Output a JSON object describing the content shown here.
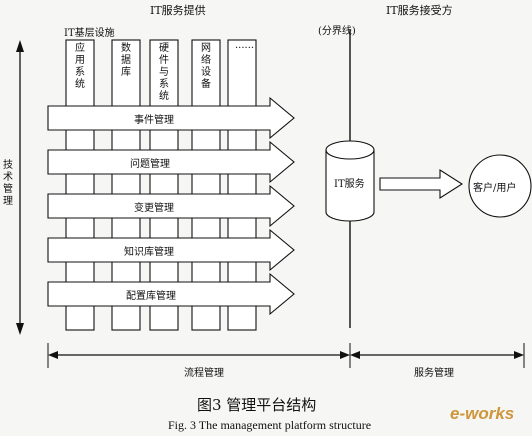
{
  "headers": {
    "provider": "IT服务提供",
    "receiver": "IT服务接受方",
    "infrastructure": "IT基层设施",
    "boundary": "(分界线)"
  },
  "columns": [
    "应用系统",
    "数据库",
    "硬件与系统",
    "网络设备",
    "······"
  ],
  "process_arrows": [
    "事件管理",
    "问题管理",
    "变更管理",
    "知识库管理",
    "配置库管理"
  ],
  "side_label": "技术管理",
  "bottom": {
    "process": "流程管理",
    "service": "服务管理"
  },
  "nodes": {
    "it_service": "IT服务",
    "client": "客户/用户"
  },
  "caption": {
    "cn": "图3  管理平台结构",
    "en": "Fig. 3   The management platform structure"
  },
  "watermark": "e-works"
}
